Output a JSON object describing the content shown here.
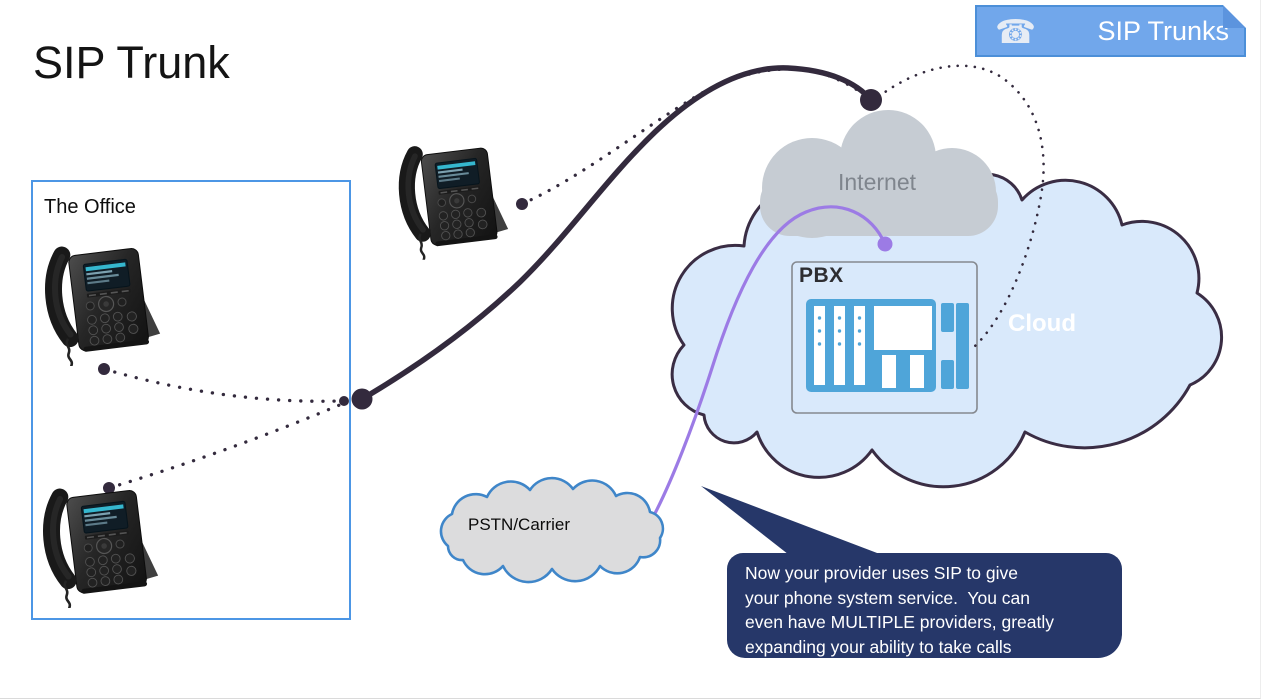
{
  "title": "SIP Trunk",
  "badge": {
    "label": "SIP Trunks",
    "icon_glyph": "☎",
    "background": "#71A7EB",
    "border": "#4C8FD8"
  },
  "office": {
    "label": "The Office",
    "phone_count": 2,
    "border_color": "#4C96E5"
  },
  "external_phone_count": 1,
  "clouds": {
    "internet": {
      "label": "Internet",
      "fill": "#C6CCD3",
      "text_color": "#7F858D"
    },
    "provider_cloud": {
      "label": "Cloud",
      "fill": "#D9E9FB",
      "outline": "#3A2D44",
      "text_color": "#ffffff"
    },
    "pstn": {
      "label": "PSTN/Carrier",
      "fill": "#DCDCDD",
      "outline": "#3F86C9"
    }
  },
  "pbx": {
    "label": "PBX",
    "icon_color": "#4FA5D9",
    "box_border": "#85898F"
  },
  "callout": {
    "background": "#263769",
    "text_color": "#ffffff",
    "lines": [
      "Now your provider uses SIP to give",
      "your phone system service.  You can",
      "even have MULTIPLE providers, greatly",
      "expanding your ability to take calls"
    ]
  },
  "connections": {
    "trunk_solid_color": "#332A3D",
    "dotted_color": "#332A3D",
    "provider_link_color": "#9C7BE5"
  }
}
